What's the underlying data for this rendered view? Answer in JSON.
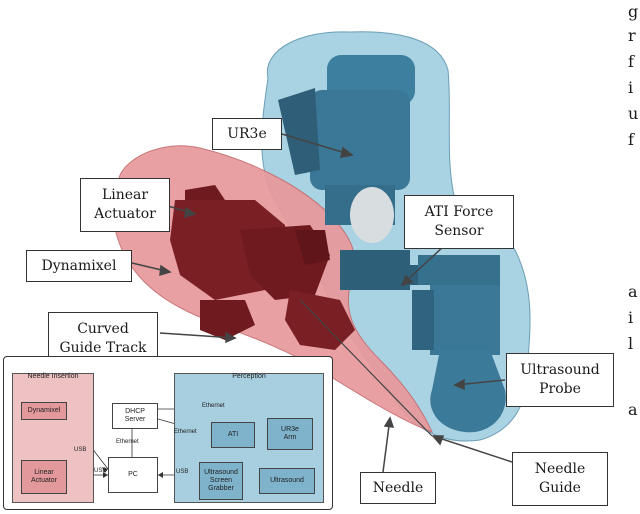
{
  "labels": {
    "ur3e": "UR3e",
    "linear_actuator": "Linear\nActuator",
    "dynamixel": "Dynamixel",
    "curved_guide_track": "Curved\nGuide Track",
    "ati_force_sensor": "ATI Force\nSensor",
    "ultrasound_probe": "Ultrasound\nProbe",
    "needle": "Needle",
    "needle_guide": "Needle\nGuide"
  },
  "edge_text": [
    "g",
    "r",
    "f",
    "i",
    "u",
    "f",
    "a",
    "i",
    "l",
    "a"
  ],
  "inset": {
    "needle_insertion": {
      "title": "Needle Insertion",
      "nodes": {
        "dynamixel": "Dynamixel",
        "linear_actuator": "Linear\nActuator"
      }
    },
    "perception": {
      "title": "Perception",
      "nodes": {
        "ati": "ATI",
        "ur3e_arm": "UR3e\nArm",
        "grabber": "Ultrasound\nScreen\nGrabber",
        "ultrasound": "Ultrasound"
      }
    },
    "dhcp": "DHCP\nServer",
    "pc": "PC",
    "edges": {
      "usb1": "USB",
      "usb2": "USB",
      "usb3": "USB",
      "eth_top": "Ethernet",
      "eth_left": "Ethernet",
      "eth_mid": "Ethernet"
    }
  },
  "colors": {
    "red_fill": "#e8999b",
    "blue_fill": "#a9d2e2",
    "robot_blue": "#3d7f9f",
    "gripper_dark": "#6e1a1e"
  }
}
